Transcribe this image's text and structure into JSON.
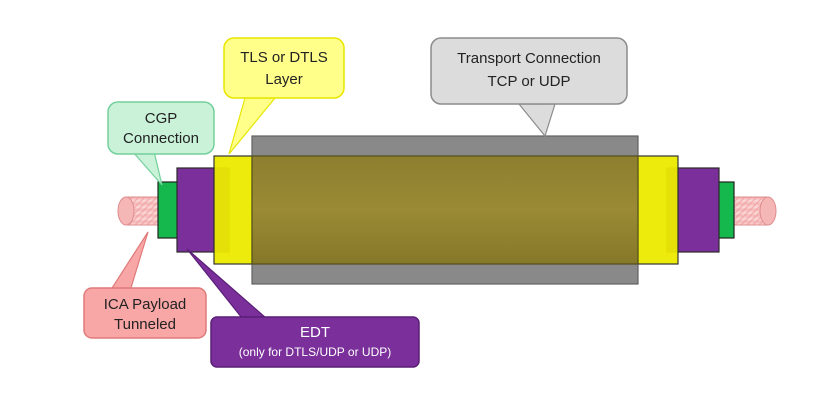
{
  "diagram": {
    "callouts": {
      "cgp": {
        "line1": "CGP",
        "line2": "Connection",
        "fill": "#c9f2d9",
        "stroke": "#73d09a"
      },
      "tls": {
        "line1": "TLS or DTLS",
        "line2": "Layer",
        "fill": "#ffff8a",
        "stroke": "#e6e600"
      },
      "transport": {
        "line1": "Transport Connection",
        "line2": "TCP or UDP",
        "fill": "#dcdcdc",
        "stroke": "#8c8c8c"
      },
      "ica": {
        "line1": "ICA Payload",
        "line2": "Tunneled",
        "fill": "#f8a6a6",
        "stroke": "#e07a7a"
      },
      "edt": {
        "line1": "EDT",
        "line2": "(only for DTLS/UDP or UDP)",
        "fill": "#7a2f9a",
        "stroke": "#5b1f77"
      }
    },
    "colors": {
      "ica": "#ffc4c4",
      "cgp": "#19b84c",
      "edt": "#7a2f9a",
      "tls": "#e8e600",
      "transport": "#7c7c7c",
      "overlap": "#8d7f2f"
    }
  }
}
